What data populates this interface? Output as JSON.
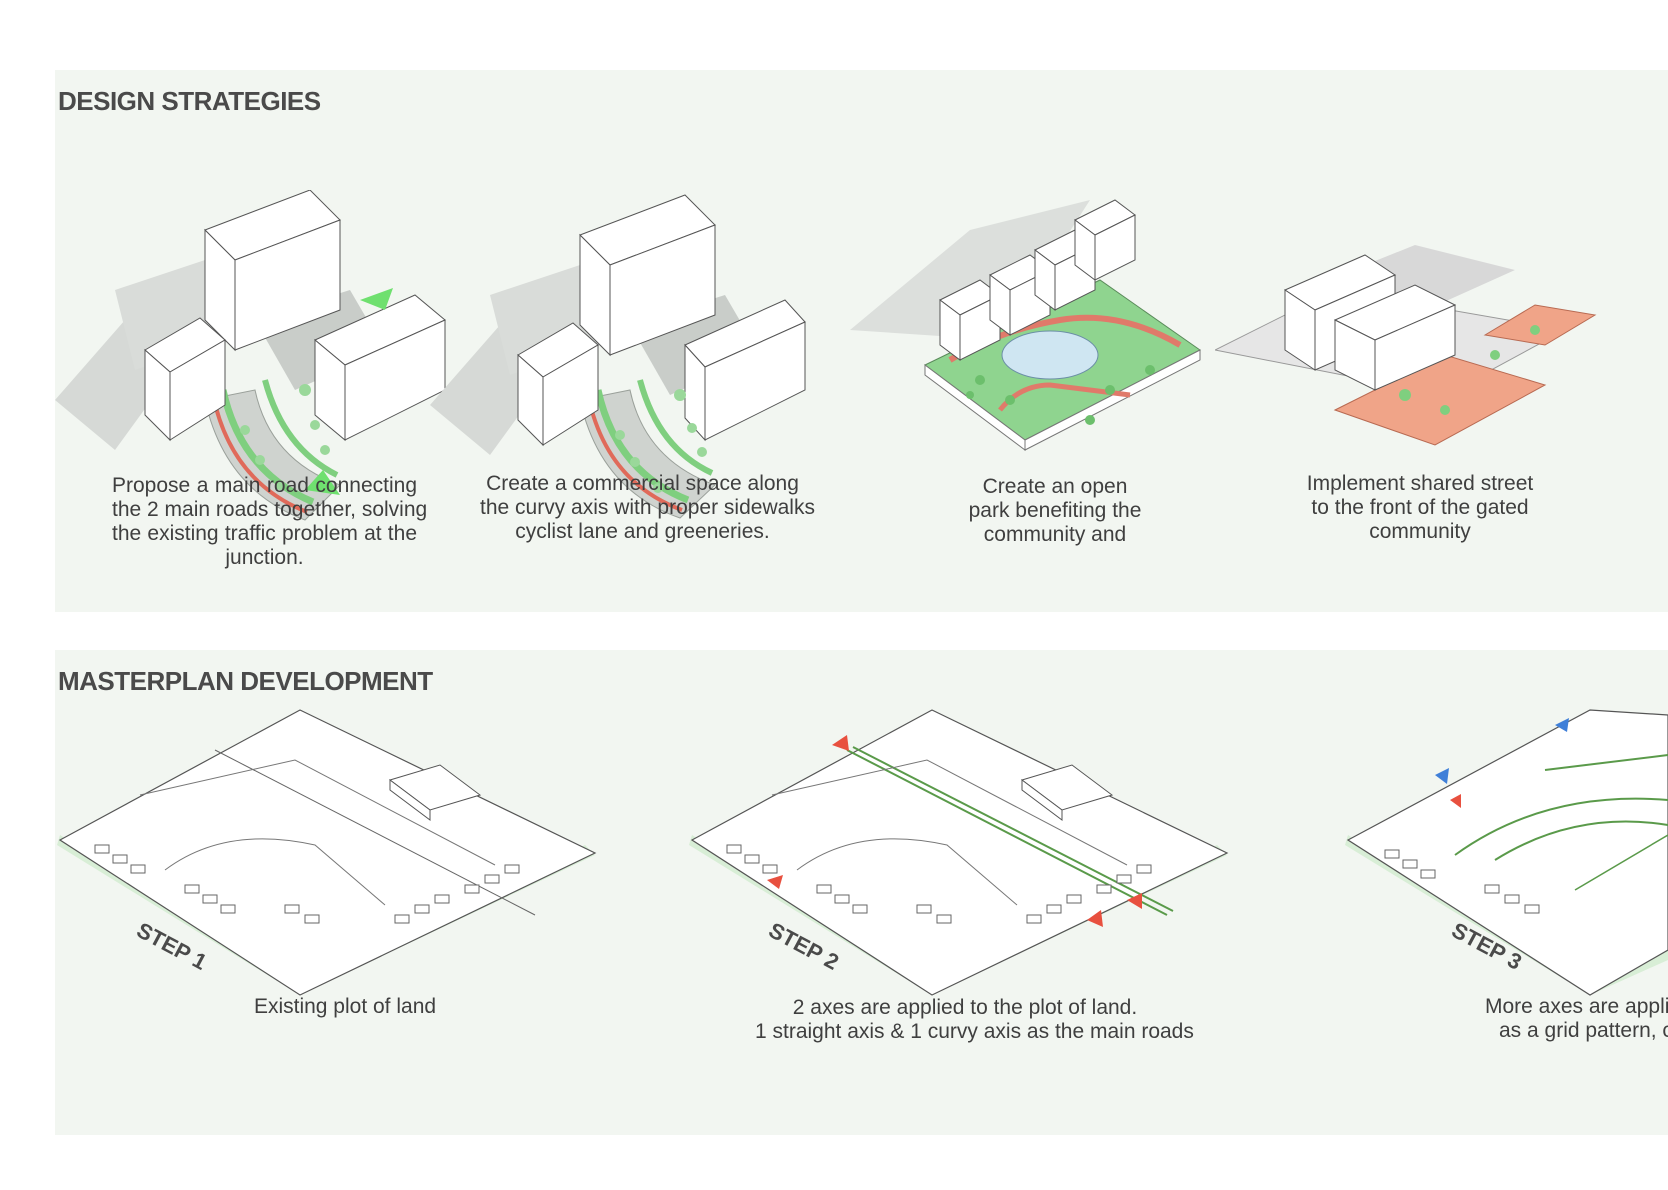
{
  "strategies": {
    "title": "DESIGN STRATEGIES",
    "items": [
      {
        "lines": [
          "Propose a main road connecting",
          "the 2 main roads together, solving",
          "the existing traffic problem at the",
          "junction."
        ]
      },
      {
        "lines": [
          "Create a commercial space along",
          "the curvy axis with proper sidewalks",
          "cyclist lane and greeneries."
        ]
      },
      {
        "lines": [
          "Create an open",
          "park benefiting the",
          "community  and"
        ]
      },
      {
        "lines": [
          "Implement shared street",
          "to the front of the gated",
          "community"
        ]
      }
    ]
  },
  "masterplan": {
    "title": "MASTERPLAN DEVELOPMENT",
    "steps": [
      {
        "label": "STEP 1",
        "lines": [
          "Existing plot of land"
        ]
      },
      {
        "label": "STEP 2",
        "lines": [
          "2 axes are applied to the plot of land.",
          "1 straight axis & 1 curvy axis as the main roads"
        ]
      },
      {
        "label": "STEP 3",
        "lines": [
          "More axes are appli",
          "as a grid pattern, c"
        ]
      }
    ]
  },
  "colors": {
    "panel_bg": "#f2f6f1",
    "green": "#7fcf7f",
    "road_red": "#e06a5a",
    "arrow_red": "#e8503f",
    "arrow_blue": "#3f7fd8",
    "pond": "#cfe6f2",
    "paving_orange": "#f0a488"
  }
}
